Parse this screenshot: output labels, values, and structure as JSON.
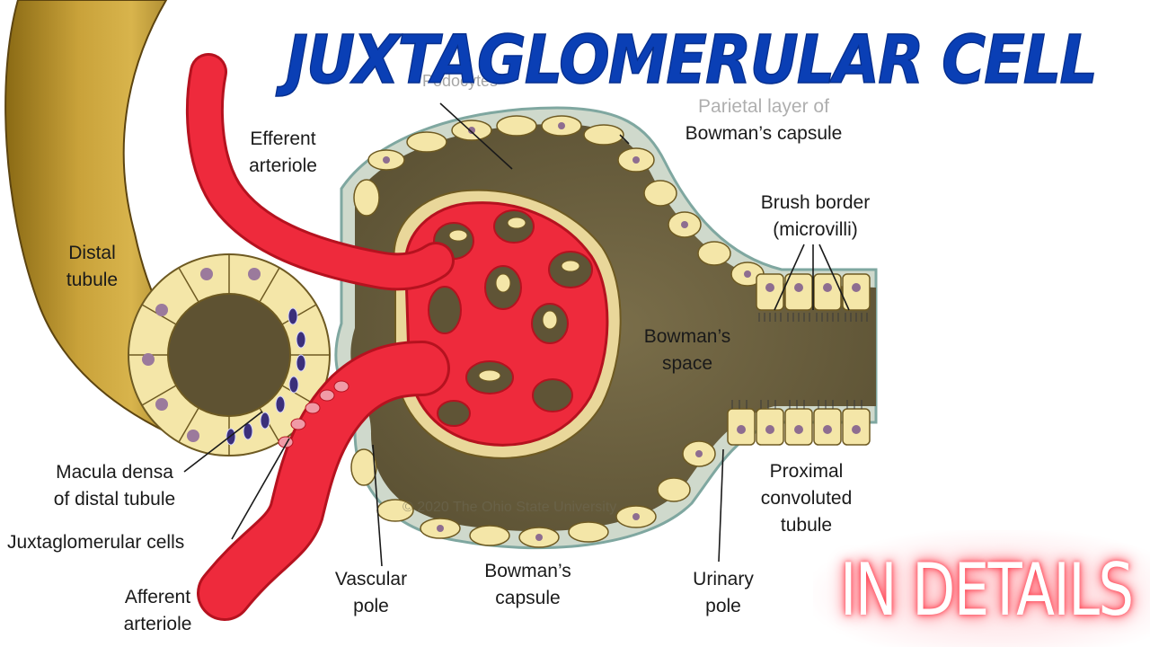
{
  "title": "JUXTAGLOMERULAR CELL",
  "badge": "IN DETAILS",
  "watermark": "© 2020 The Ohio State University",
  "labels": {
    "efferent_arteriole_1": "Efferent",
    "efferent_arteriole_2": "arteriole",
    "distal_tubule_1": "Distal",
    "distal_tubule_2": "tubule",
    "parietal_layer_1": "Parietal layer of",
    "parietal_layer_2": "Bowman’s capsule",
    "podocytes": "Podocytes",
    "brush_border_1": "Brush border",
    "brush_border_2": "(microvilli)",
    "bowmans_space_1": "Bowman’s",
    "bowmans_space_2": "space",
    "macula_densa_1": "Macula densa",
    "macula_densa_2": "of distal tubule",
    "jg_cells": "Juxtaglomerular cells",
    "afferent_arteriole_1": "Afferent",
    "afferent_arteriole_2": "arteriole",
    "vascular_pole_1": "Vascular",
    "vascular_pole_2": "pole",
    "bowmans_capsule_1": "Bowman’s",
    "bowmans_capsule_2": "capsule",
    "urinary_pole_1": "Urinary",
    "urinary_pole_2": "pole",
    "proximal_tubule_1": "Proximal",
    "proximal_tubule_2": "convoluted",
    "proximal_tubule_3": "tubule"
  },
  "colors": {
    "title": "#0a3fb5",
    "vessel": "#ee2a3c",
    "vessel_dark": "#b5121f",
    "tubule": "#b08a2a",
    "space": "#6e6340",
    "cell": "#f4e6a8",
    "nucleus": "#9b7a9c",
    "badge_glow": "#ff3b4a"
  }
}
